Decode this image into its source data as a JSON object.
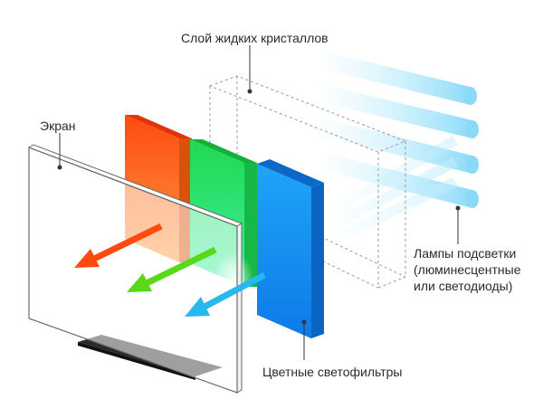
{
  "labels": {
    "liquid_crystal_layer": "Слой жидких кристаллов",
    "screen": "Экран",
    "backlight_line1": "Лампы подсветки",
    "backlight_line2": "(люминесцентные",
    "backlight_line3": "или светодиоды)",
    "color_filters": "Цветные светофильтры"
  },
  "colors": {
    "red_filter": "#ff5a1e",
    "green_filter": "#2fe060",
    "blue_filter": "#1890f0",
    "lamp": "#9be0f8",
    "red_arrow": "#ff4a10",
    "green_arrow": "#58d818",
    "blue_arrow": "#27b8ee",
    "callout": "#333333",
    "stand": "#2a2a2a"
  },
  "icons": {
    "arrow": "arrow-icon",
    "callout_dot": "callout-dot-icon"
  }
}
